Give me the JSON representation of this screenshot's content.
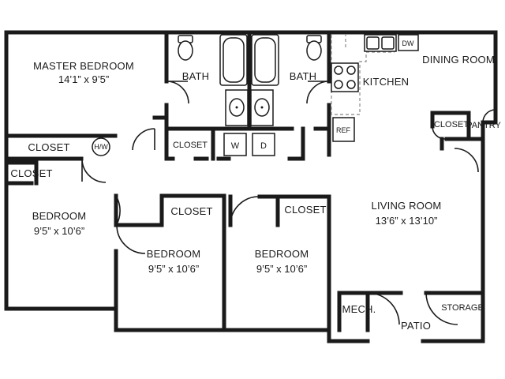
{
  "rooms": {
    "master_bedroom": {
      "name": "MASTER BEDROOM",
      "size": "14’1” x 9’5”"
    },
    "bath_left": {
      "name": "BATH"
    },
    "bath_right": {
      "name": "BATH"
    },
    "kitchen": {
      "name": "KITCHEN"
    },
    "dining_room": {
      "name": "DINING ROOM"
    },
    "living_room": {
      "name": "LIVING ROOM",
      "size": "13’6” x 13’10”"
    },
    "bedroom_left": {
      "name": "BEDROOM",
      "size": "9’5” x 10’6”"
    },
    "bedroom_center": {
      "name": "BEDROOM",
      "size": "9’5” x 10’6”"
    },
    "bedroom_right": {
      "name": "BEDROOM",
      "size": "9’5” x 10’6”"
    },
    "mech": {
      "name": "MECH."
    },
    "patio": {
      "name": "PATIO"
    },
    "storage": {
      "name": "STORAGE"
    },
    "pantry": {
      "name": "PANTRY"
    }
  },
  "closets": {
    "master": "CLOSET",
    "bedroom_left": "CLOSET",
    "hall": "CLOSET",
    "bedroom_center": "CLOSET",
    "bedroom_right": "CLOSET",
    "dining": "CLOSET"
  },
  "fixtures": {
    "water_heater": "H/W",
    "washer": "W",
    "dryer": "D",
    "dishwasher": "DW",
    "refrigerator": "REF"
  }
}
